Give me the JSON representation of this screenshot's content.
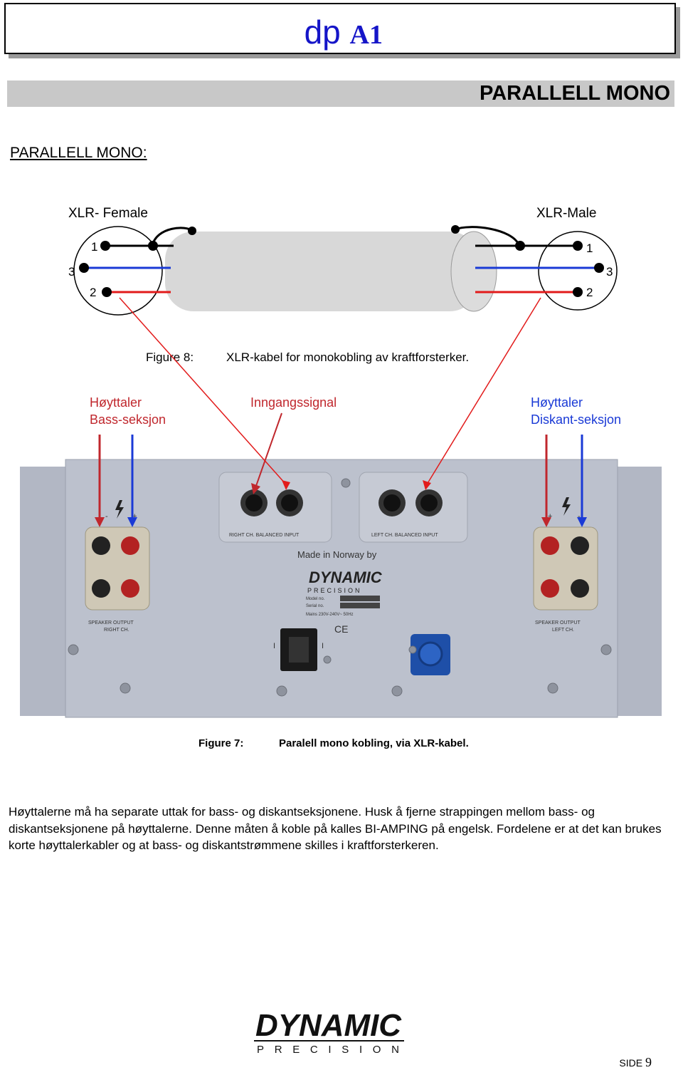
{
  "header": {
    "title_main": "dp",
    "title_suffix": "A1"
  },
  "band": {
    "title": "PARALLELL MONO"
  },
  "section": {
    "title": "PARALLELL MONO:"
  },
  "figure8": {
    "left_connector_label": "XLR- Female",
    "right_connector_label": "XLR-Male",
    "left_pins": [
      "1",
      "3",
      "2"
    ],
    "right_pins": [
      "1",
      "3",
      "2"
    ],
    "caption_label": "Figure 8:",
    "caption_text": "XLR-kabel for monokobling av kraftforsterker."
  },
  "annotations": {
    "left_line1": "Høyttaler",
    "left_line2": "Bass-seksjon",
    "center": "Inngangssignal",
    "right_line1": "Høyttaler",
    "right_line2": "Diskant-seksjon"
  },
  "panel": {
    "right_input_label": "RIGHT CH. BALANCED INPUT",
    "left_input_label": "LEFT CH. BALANCED INPUT",
    "made_in": "Made in Norway by",
    "logo_top": "DYNAMIC",
    "logo_bottom": "PRECISION",
    "model_label": "Model no.",
    "serial_label": "Serial no.",
    "mains_label": "Mains 230V-240V~ 50Hz",
    "ce_mark": "CE",
    "left_output_label_1": "SPEAKER OUTPUT",
    "left_output_label_2": "RIGHT CH.",
    "right_output_label_1": "SPEAKER OUTPUT",
    "right_output_label_2": "LEFT CH.",
    "minus": "-",
    "plus": "+",
    "switch_off": "I",
    "switch_on": "I"
  },
  "figure7": {
    "caption_label": "Figure 7:",
    "caption_text": "Paralell mono kobling, via XLR-kabel."
  },
  "body": {
    "paragraph": "Høyttalerne må ha separate uttak for bass- og diskantseksjonene. Husk å fjerne strappingen mellom bass- og diskantseksjonene på høyttalerne. Denne måten å koble på kalles BI-AMPING på engelsk. Fordelene er at det kan brukes korte høyttalerkabler og at bass- og diskantstrømmene skilles i kraftforsterkeren."
  },
  "footer": {
    "logo_top": "DYNAMIC",
    "logo_bottom": "PRECISION",
    "page_label": "SIDE",
    "page_number": "9"
  },
  "colors": {
    "title_blue": "#1515c8",
    "wire_red": "#e21b1b",
    "wire_blue": "#1a3ad6",
    "annotation_red": "#c0272d",
    "annotation_blue": "#1a3ad6",
    "panel": "#b7bcc8",
    "band_grey": "#c8c8c8"
  }
}
